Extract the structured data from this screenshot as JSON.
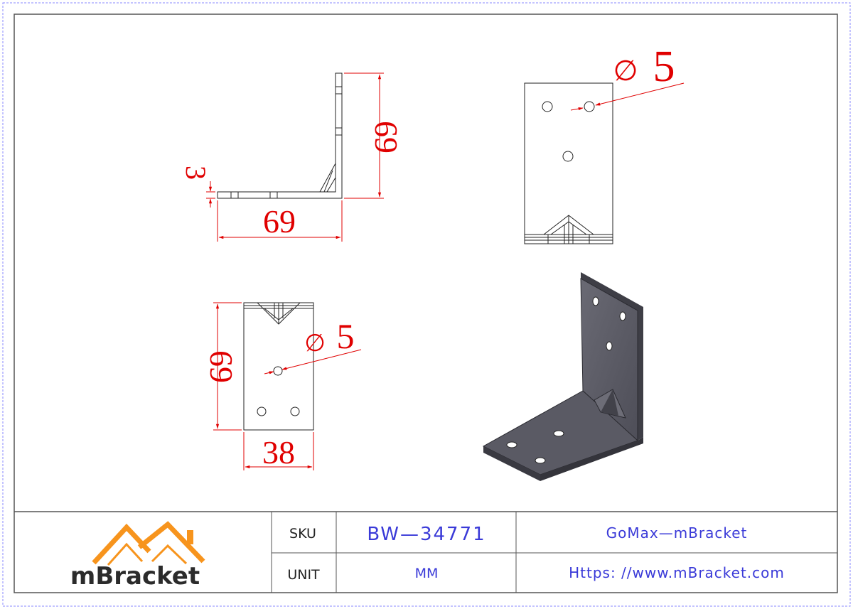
{
  "drawing": {
    "views": {
      "side": {
        "height_label": "69",
        "thickness_label": "3",
        "length_label": "69"
      },
      "top": {
        "hole_dia_label": "5",
        "hole_dia_symbol": "∅"
      },
      "front": {
        "height_label": "69",
        "width_label": "38",
        "hole_dia_label": "5",
        "hole_dia_symbol": "∅"
      }
    },
    "colors": {
      "dimension": "#e00000",
      "title_text": "#3a3ad8",
      "frame": "#555555",
      "logo_orange": "#f7941d",
      "logo_dark": "#2b2b2b",
      "part_fill": "#5c5c66"
    }
  },
  "title_block": {
    "logo": {
      "text": "mBracket"
    },
    "sku_label": "SKU",
    "sku_value": "BW—34771",
    "unit_label": "UNIT",
    "unit_value": "MM",
    "brand": "GoMax—mBracket",
    "website": "Https: //www.mBracket.com"
  }
}
